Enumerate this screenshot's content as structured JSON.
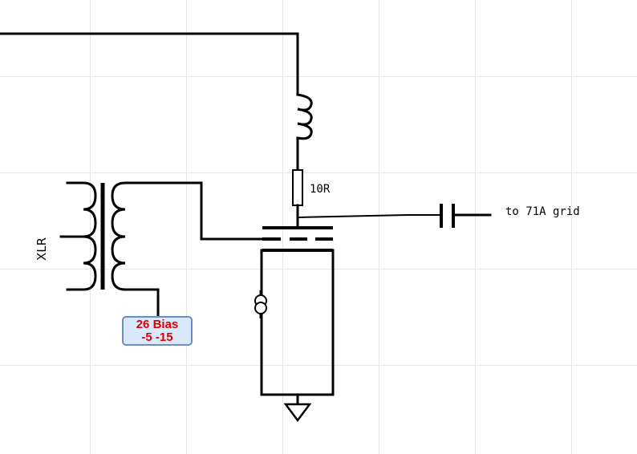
{
  "labels": {
    "resistor": "10R",
    "output": "to 71A grid",
    "input": "XLR"
  },
  "bias_note": {
    "line1": "26 Bias",
    "line2": "-5 -15"
  },
  "colors": {
    "note_fill": "#dae8fc",
    "note_border": "#6c8ebf",
    "note_text": "#e00000",
    "grid": "#e6e6e6"
  }
}
